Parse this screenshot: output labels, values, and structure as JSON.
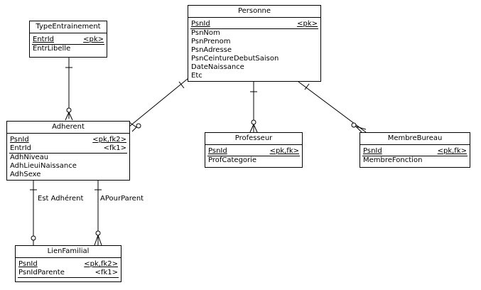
{
  "entities": {
    "personne": {
      "name": "Personne",
      "pk": "PsnId",
      "pk_tag": "<pk>",
      "attributes": [
        "PsnNom",
        "PsnPrenom",
        "PsnAdresse",
        "PsnCeintureDebutSaison",
        "DateNaissance",
        "Etc"
      ]
    },
    "type_entrainement": {
      "name": "TypeEntrainement",
      "pk": "EntrId",
      "pk_tag": "<pk>",
      "attributes": [
        "EntrLibelle"
      ]
    },
    "adherent": {
      "name": "Adherent",
      "pk": "PsnId",
      "pk_tag": "<pk,fk2>",
      "fk_attr": "EntrId",
      "fk_tag": "<fk1>",
      "attributes": [
        "AdhNiveau",
        "AdhLieuiNaissance",
        "AdhSexe"
      ]
    },
    "professeur": {
      "name": "Professeur",
      "pk": "PsnId",
      "pk_tag": "<pk,fk>",
      "attributes": [
        "ProfCategorie"
      ]
    },
    "membre_bureau": {
      "name": "MembreBureau",
      "pk": "PsnId",
      "pk_tag": "<pk,fk>",
      "attributes": [
        "MembreFonction"
      ]
    },
    "lien_familial": {
      "name": "LienFamilial",
      "pk": "PsnId",
      "pk_tag": "<pk,fk2>",
      "fk_attr": "PsnIdParente",
      "fk_tag": "<fk1>",
      "attributes": []
    }
  },
  "relationships": {
    "est_adherent": "Est Adhérent",
    "a_pour_parent": "APourParent"
  },
  "colors": {
    "line": "#000000",
    "background": "#ffffff"
  }
}
